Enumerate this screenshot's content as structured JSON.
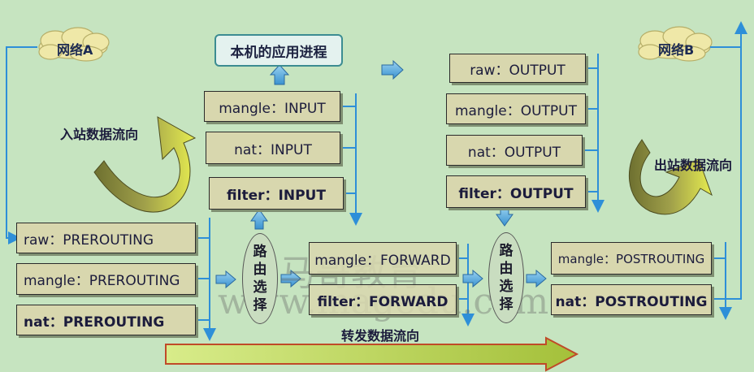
{
  "networks": {
    "a": "网络A",
    "b": "网络B"
  },
  "local_process": "本机的应用进程",
  "input_chain": {
    "mangle": "mangle：INPUT",
    "nat": "nat：INPUT",
    "filter": "filter：INPUT"
  },
  "output_chain": {
    "raw": "raw：OUTPUT",
    "mangle": "mangle：OUTPUT",
    "nat": "nat：OUTPUT",
    "filter": "filter：OUTPUT"
  },
  "prerouting_chain": {
    "raw": "raw：PREROUTING",
    "mangle": "mangle：PREROUTING",
    "nat": "nat：PREROUTING"
  },
  "forward_chain": {
    "mangle": "mangle：FORWARD",
    "filter": "filter：FORWARD"
  },
  "postrouting_chain": {
    "mangle": "mangle：POSTROUTING",
    "nat": "nat：POSTROUTING"
  },
  "routing_decision": [
    "路",
    "由",
    "选",
    "择"
  ],
  "labels": {
    "inbound": "入站数据流向",
    "outbound": "出站数据流向",
    "forward": "转发数据流向"
  },
  "watermark": {
    "cn": "马哥教育",
    "url": "www.magedu.com"
  },
  "colors": {
    "background": "#c6e4c0",
    "box_fill": "#d8d7ae",
    "line_blue": "#2e8fd8",
    "arrow_olive": "#8a8a3a",
    "arrow_green": "#b8d84a"
  }
}
